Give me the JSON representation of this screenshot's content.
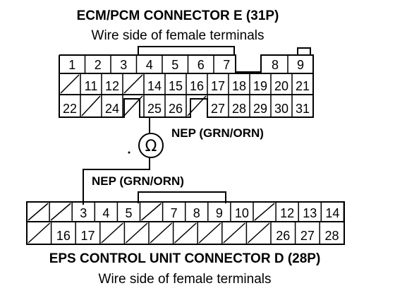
{
  "top_connector": {
    "title": "ECM/PCM CONNECTOR E (31P)",
    "subtitle": "Wire side of female terminals",
    "rows": [
      [
        "1",
        "2",
        "3",
        "4",
        "5",
        "6",
        "7",
        "",
        "8",
        "9"
      ],
      [
        "",
        "11",
        "12",
        "",
        "14",
        "15",
        "16",
        "17",
        "18",
        "19",
        "20",
        "21"
      ],
      [
        "22",
        "",
        "24",
        "",
        "25",
        "26",
        "",
        "27",
        "28",
        "29",
        "30",
        "31"
      ]
    ]
  },
  "meter": {
    "symbol": "Ω",
    "label_top": "NEP (GRN/ORN)",
    "label_bottom": "NEP (GRN/ORN)"
  },
  "bottom_connector": {
    "title": "EPS CONTROL UNIT CONNECTOR D (28P)",
    "subtitle": "Wire side of female terminals",
    "rows": [
      [
        "",
        "",
        "3",
        "4",
        "5",
        "",
        "7",
        "8",
        "9",
        "10",
        "",
        "12",
        "13",
        "14"
      ],
      [
        "",
        "16",
        "17",
        "",
        "",
        "",
        "",
        "",
        "",
        "",
        "26",
        "27",
        "28"
      ]
    ]
  }
}
